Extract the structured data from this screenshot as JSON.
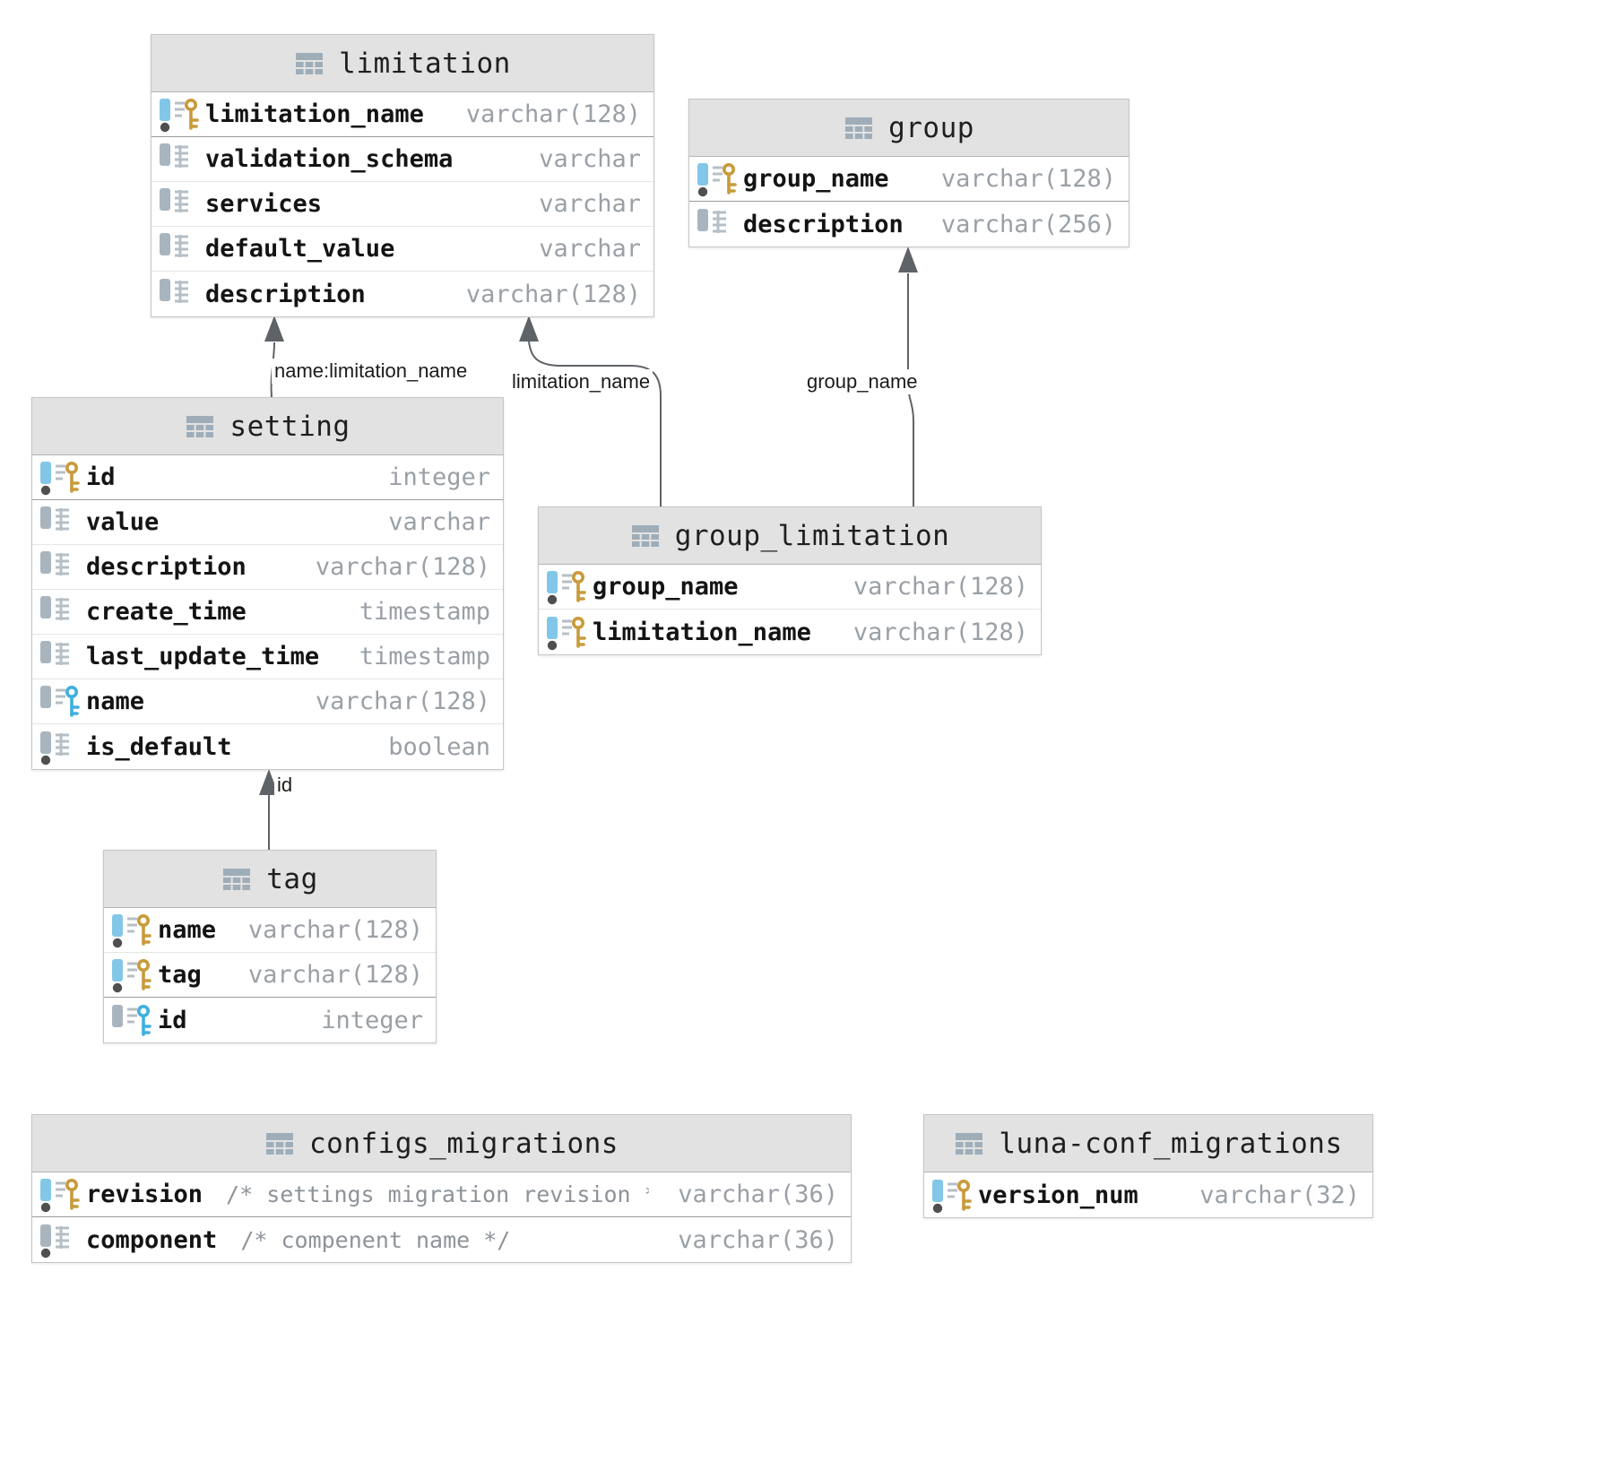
{
  "colors": {
    "primary_key_gold": "#c89b3c",
    "index_key_blue": "#3fb0dc",
    "pk_marker_blue": "#82c7e8",
    "icon_gray": "#a9b5be",
    "icon_lines_gray": "#b6bfc6",
    "not_null_dot": "#4f4f4f",
    "table_header_bg": "#e2e2e2",
    "arrow_gray": "#5f6368"
  },
  "tables": [
    {
      "id": "limitation",
      "title": "limitation",
      "columns": [
        {
          "name": "limitation_name",
          "type": "varchar(128)",
          "icon": "primary-key",
          "sep": "strong"
        },
        {
          "name": "validation_schema",
          "type": "varchar",
          "icon": "column"
        },
        {
          "name": "services",
          "type": "varchar",
          "icon": "column"
        },
        {
          "name": "default_value",
          "type": "varchar",
          "icon": "column"
        },
        {
          "name": "description",
          "type": "varchar(128)",
          "icon": "column"
        }
      ]
    },
    {
      "id": "group",
      "title": "group",
      "columns": [
        {
          "name": "group_name",
          "type": "varchar(128)",
          "icon": "primary-key",
          "sep": "strong"
        },
        {
          "name": "description",
          "type": "varchar(256)",
          "icon": "column"
        }
      ]
    },
    {
      "id": "setting",
      "title": "setting",
      "columns": [
        {
          "name": "id",
          "type": "integer",
          "icon": "primary-key",
          "sep": "strong"
        },
        {
          "name": "value",
          "type": "varchar",
          "icon": "column"
        },
        {
          "name": "description",
          "type": "varchar(128)",
          "icon": "column"
        },
        {
          "name": "create_time",
          "type": "timestamp",
          "icon": "column"
        },
        {
          "name": "last_update_time",
          "type": "timestamp",
          "icon": "column"
        },
        {
          "name": "name",
          "type": "varchar(128)",
          "icon": "index-key"
        },
        {
          "name": "is_default",
          "type": "boolean",
          "icon": "column-not-null"
        }
      ]
    },
    {
      "id": "group_limitation",
      "title": "group_limitation",
      "columns": [
        {
          "name": "group_name",
          "type": "varchar(128)",
          "icon": "primary-key"
        },
        {
          "name": "limitation_name",
          "type": "varchar(128)",
          "icon": "primary-key"
        }
      ]
    },
    {
      "id": "tag",
      "title": "tag",
      "columns": [
        {
          "name": "name",
          "type": "varchar(128)",
          "icon": "primary-key"
        },
        {
          "name": "tag",
          "type": "varchar(128)",
          "icon": "primary-key",
          "sep": "strong"
        },
        {
          "name": "id",
          "type": "integer",
          "icon": "index-key"
        }
      ]
    },
    {
      "id": "configs_migrations",
      "title": "configs_migrations",
      "columns": [
        {
          "name": "revision",
          "comment": "/* settings migration revision */",
          "type": "varchar(36)",
          "icon": "primary-key",
          "sep": "strong"
        },
        {
          "name": "component",
          "comment": "/* compenent name */",
          "type": "varchar(36)",
          "icon": "column-not-null"
        }
      ]
    },
    {
      "id": "luna-conf_migrations",
      "title": "luna-conf_migrations",
      "columns": [
        {
          "name": "version_num",
          "type": "varchar(32)",
          "icon": "primary-key"
        }
      ]
    }
  ],
  "edges": [
    {
      "label": "name:limitation_name",
      "from": "setting",
      "to": "limitation"
    },
    {
      "label": "limitation_name",
      "from": "group_limitation",
      "to": "limitation"
    },
    {
      "label": "group_name",
      "from": "group_limitation",
      "to": "group"
    },
    {
      "label": "id",
      "from": "tag",
      "to": "setting"
    }
  ]
}
